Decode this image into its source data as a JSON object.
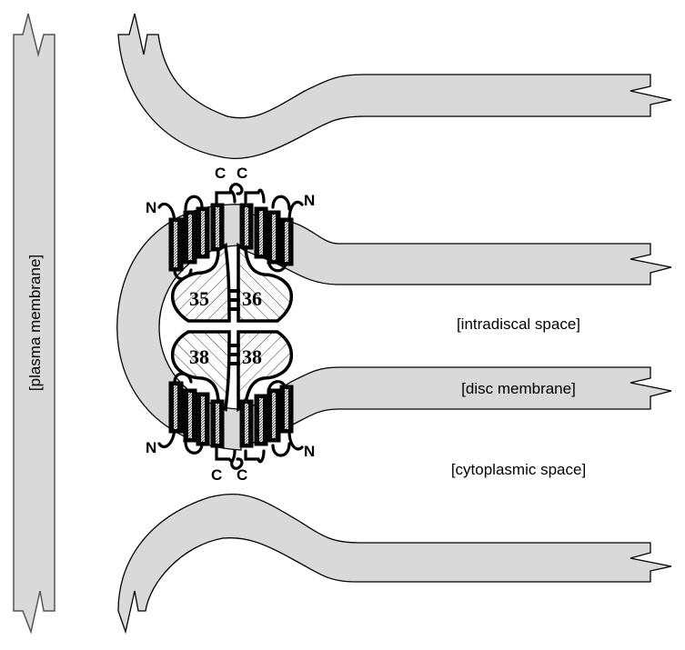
{
  "diagram": {
    "title": "Rhodopsin dimers in rod outer segment disc membranes",
    "labels": {
      "plasma_membrane": "[plasma membrane]",
      "intradiscal_space": "[intradiscal space]",
      "disc_membrane": "[disc membrane]",
      "cytoplasmic_space": "[cytoplasmic space]"
    },
    "termini": {
      "n": "N",
      "c": "C"
    },
    "domains": {
      "upper_left": "35",
      "upper_right": "36",
      "lower_left": "38",
      "lower_right": "38"
    },
    "colors": {
      "membrane_fill": "#d9d9d9",
      "outline": "#000000",
      "background": "#ffffff"
    }
  }
}
